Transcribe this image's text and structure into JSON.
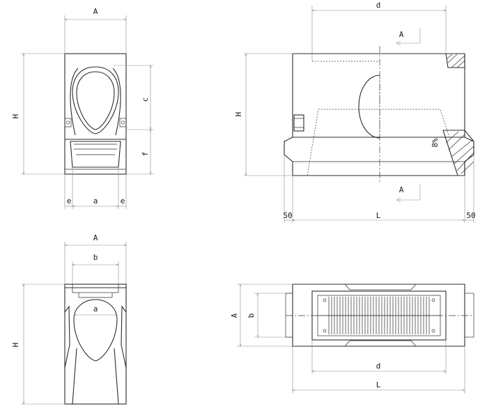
{
  "dimensions": {
    "A": "A",
    "H": "H",
    "c": "c",
    "f": "f",
    "e": "e",
    "a": "a",
    "b": "b",
    "d": "d",
    "L": "L",
    "offset": "50",
    "slope": "8%"
  },
  "section_marker": "A"
}
